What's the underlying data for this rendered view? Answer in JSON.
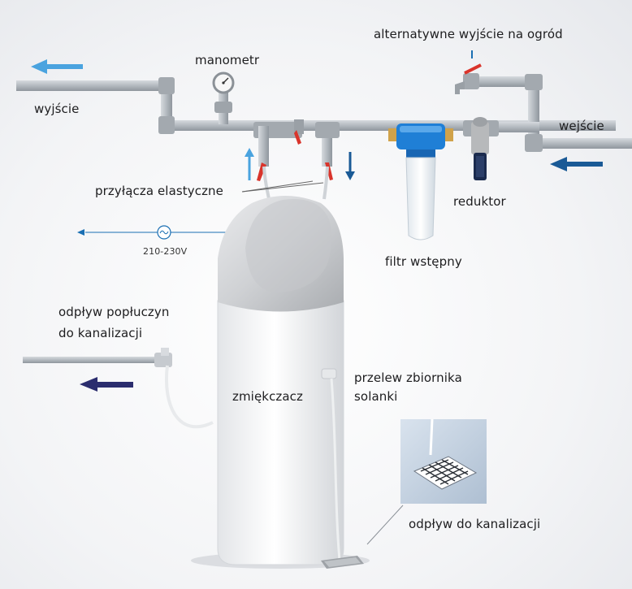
{
  "labels": {
    "alt_outlet": "alternatywne wyjście na ogród",
    "manometer": "manometr",
    "outlet": "wyjście",
    "inlet": "wejście",
    "flex_connections": "przyłącza elastyczne",
    "reducer": "reduktor",
    "voltage": "210-230V",
    "prefilter": "filtr wstępny",
    "backwash_drain_line1": "odpływ popłuczyn",
    "backwash_drain_line2": "do kanalizacji",
    "softener": "zmiękczacz",
    "brine_overflow_line1": "przelew zbiornika",
    "brine_overflow_line2": "solanki",
    "floor_drain": "odpływ do kanalizacji"
  },
  "colors": {
    "flow_light_blue": "#4aa3df",
    "flow_dark_blue": "#1a5a96",
    "drain_arrow": "#2b2d6e",
    "pipe": "#b9bec4",
    "valve_red": "#d9342b",
    "filter_blue": "#1f7fd6"
  },
  "icons": [
    "arrow-left-icon",
    "arrow-up-icon",
    "arrow-down-icon",
    "ac-power-icon",
    "valve-handle-icon"
  ]
}
